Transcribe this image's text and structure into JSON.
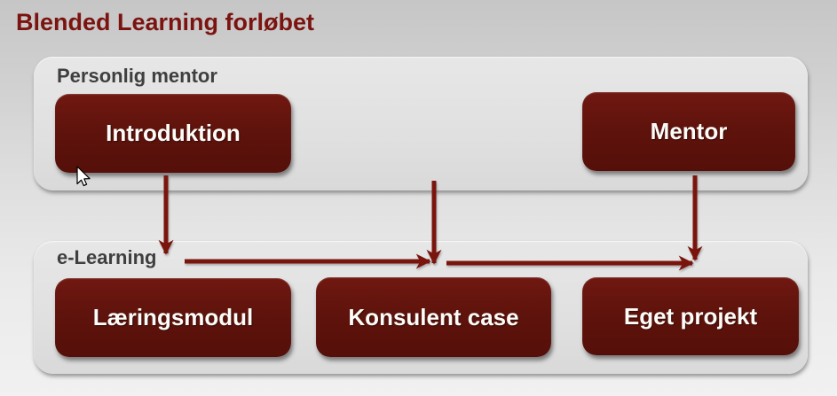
{
  "title": "Blended Learning forløbet",
  "bands": [
    {
      "label": "Personlig mentor",
      "boxes": [
        {
          "label": "Introduktion"
        },
        {
          "label": "Mentor"
        }
      ]
    },
    {
      "label": "e-Learning",
      "boxes": [
        {
          "label": "Læringsmodul"
        },
        {
          "label": "Konsulent case"
        },
        {
          "label": "Eget projekt"
        }
      ]
    }
  ],
  "arrows": [
    {
      "name": "introduktion-down",
      "from": "Introduktion",
      "to": "e-Learning"
    },
    {
      "name": "middle-down",
      "from": "Personlig mentor",
      "to": "e-Learning flow"
    },
    {
      "name": "mentor-down",
      "from": "Mentor",
      "to": "e-Learning flow"
    },
    {
      "name": "elearning-flow-1",
      "from": "e-Learning",
      "to": "midpoint"
    },
    {
      "name": "elearning-flow-2",
      "from": "midpoint",
      "to": "Eget projekt column"
    }
  ],
  "icons": {
    "cursor": "arrow-pointer"
  },
  "colors": {
    "box_red": "#5f130c",
    "title_red": "#7b1410",
    "arrow_red": "#7a150d",
    "label_gray": "#3f3f3f",
    "band_gray": "#e0e0e0",
    "box_text": "#fdfcf8"
  }
}
